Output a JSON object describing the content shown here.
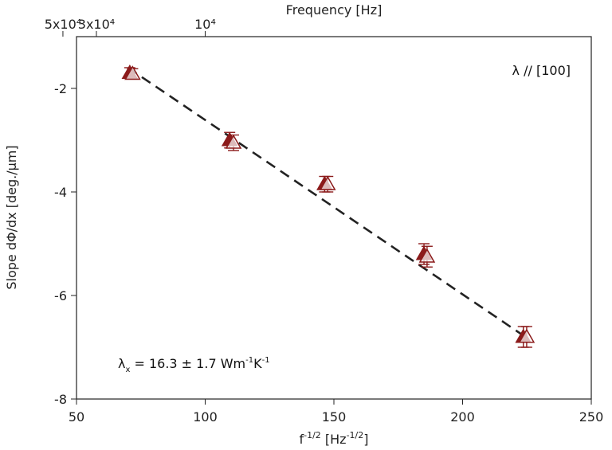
{
  "chart_data": {
    "type": "scatter",
    "xlabel_main": "f",
    "xlabel_sup1": "-1/2",
    "xlabel_bracket_open": " [Hz",
    "xlabel_sup2": "-1/2",
    "xlabel_bracket_close": "]",
    "ylabel": "Slope dΦ/dx [deg./μm]",
    "top_xlabel": "Frequency [Hz]",
    "xlim": [
      50,
      250
    ],
    "ylim": [
      -8,
      -1
    ],
    "xticks": [
      50,
      100,
      150,
      200,
      250
    ],
    "yticks": [
      -8,
      -6,
      -4,
      -2
    ],
    "top_ticks": [
      {
        "label": "10⁴",
        "value_hz": 10000
      },
      {
        "label": "3x10⁴",
        "value_hz": 30000
      },
      {
        "label": "5x10⁴",
        "value_hz": 50000
      }
    ],
    "series": [
      {
        "marker": "filled-triangle",
        "color": "#8b1a1a",
        "x": [
          70.7,
          109.5,
          146.4,
          185.0,
          223.6
        ],
        "y": [
          -1.7,
          -3.0,
          -3.85,
          -5.2,
          -6.8
        ],
        "yerr": [
          0.1,
          0.15,
          0.15,
          0.2,
          0.2
        ]
      },
      {
        "marker": "open-triangle",
        "color": "#8b1a1a",
        "x": [
          71.8,
          111.0,
          147.6,
          186.2,
          224.9
        ],
        "y": [
          -1.72,
          -3.05,
          -3.85,
          -5.25,
          -6.8
        ],
        "yerr": [
          0.1,
          0.15,
          0.15,
          0.2,
          0.2
        ]
      }
    ],
    "fit_line": {
      "x": [
        70,
        225
      ],
      "y": [
        -1.6,
        -6.82
      ],
      "color": "#222222",
      "style": "dashed"
    },
    "annotations": {
      "orientation": "λ // [100]",
      "fit_lambda": "λ",
      "fit_sub": "x",
      "fit_eq": " = 16.3 ± 1.7 Wm",
      "fit_sup1": "-1",
      "fit_k": "K",
      "fit_sup2": "-1"
    }
  }
}
